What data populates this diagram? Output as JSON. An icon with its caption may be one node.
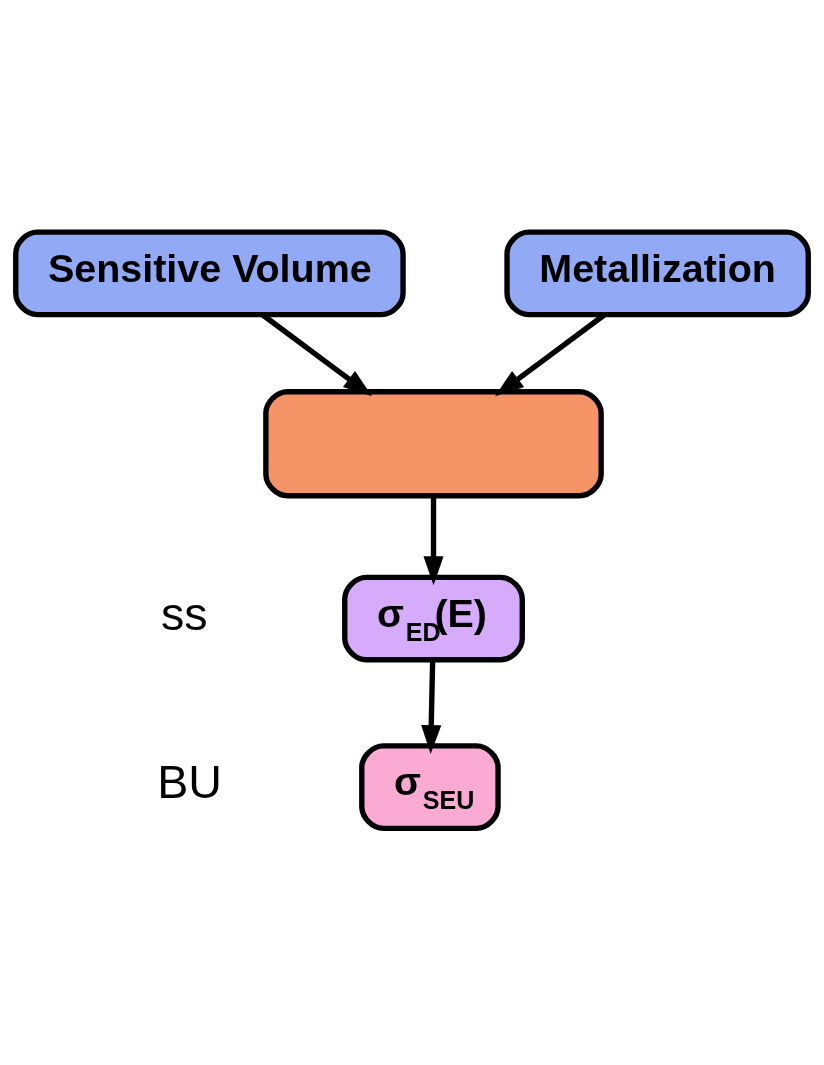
{
  "diagram": {
    "nodes": [
      {
        "text": [
          "Sensitive Volume"
        ]
      },
      {
        "text": [
          "Metallization"
        ]
      },
      {
        "text": [],
        "shape": "box"
      },
      {
        "text": [
          "σ$_{ED}$(E)"
        ]
      },
      {
        "text": [
          "σ$_{SEU}$"
        ]
      }
    ],
    "edges": [
      {
        "from": 0,
        "to": 2,
        "arrow": "to"
      },
      {
        "from": 1,
        "to": 2,
        "arrow": "to"
      },
      {
        "from": 2,
        "to": 3,
        "arrow": "to"
      },
      {
        "from": 3,
        "to": 4,
        "arrow": "to"
      }
    ],
    "labels": [
      "ss",
      "BU"
    ]
  }
}
